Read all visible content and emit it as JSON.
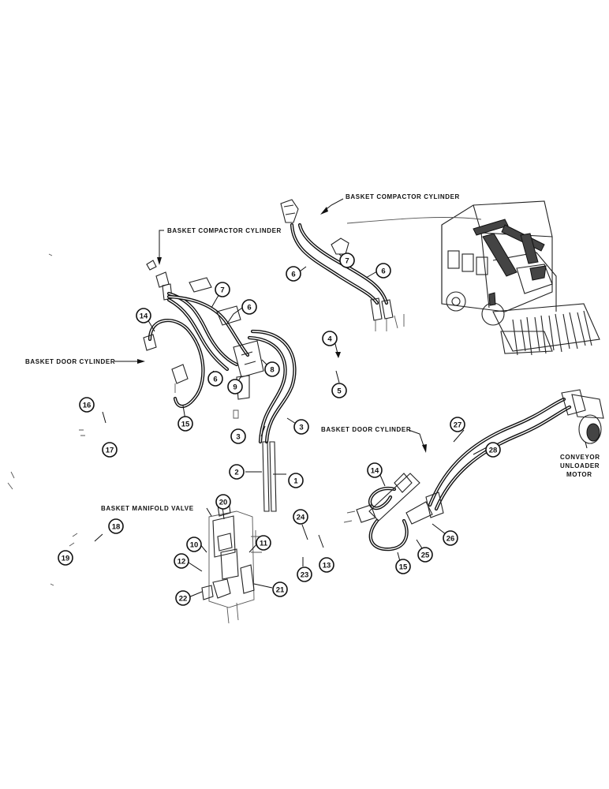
{
  "labels": {
    "basket_compactor_top": "BASKET COMPACTOR CYLINDER",
    "basket_compactor_left": "BASKET COMPACTOR CYLINDER",
    "basket_door_left": "BASKET DOOR CYLINDER",
    "basket_door_right": "BASKET DOOR CYLINDER",
    "basket_manifold_valve": "BASKET MANIFOLD VALVE",
    "conveyor_1": "CONVEYOR",
    "conveyor_2": "UNLOADER",
    "conveyor_3": "MOTOR"
  },
  "callouts": {
    "c1": "1",
    "c2": "2",
    "c3a": "3",
    "c3b": "3",
    "c4": "4",
    "c5": "5",
    "c6a": "6",
    "c6b": "6",
    "c6c": "6",
    "c6d": "6",
    "c7a": "7",
    "c7b": "7",
    "c8": "8",
    "c9": "9",
    "c10": "10",
    "c11": "11",
    "c12": "12",
    "c13": "13",
    "c14a": "14",
    "c14b": "14",
    "c15a": "15",
    "c15b": "15",
    "c16": "16",
    "c17": "17",
    "c18": "18",
    "c19": "19",
    "c20": "20",
    "c21": "21",
    "c22": "22",
    "c23": "23",
    "c24": "24",
    "c25": "25",
    "c26": "26",
    "c27": "27",
    "c28": "28"
  }
}
